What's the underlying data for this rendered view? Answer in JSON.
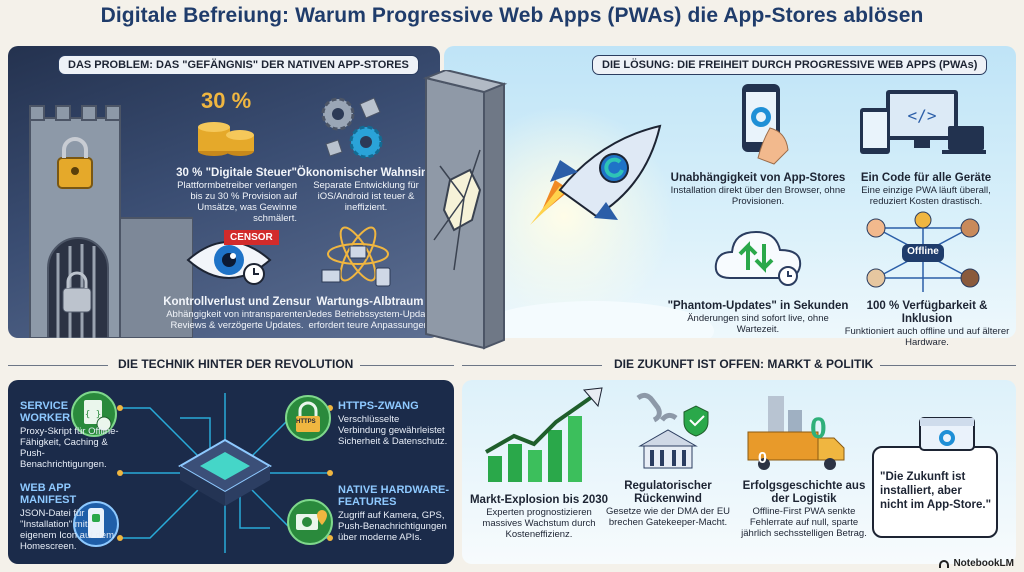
{
  "title": "Digitale Befreiung: Warum Progressive Web Apps (PWAs) die App-Stores ablösen",
  "problem": {
    "heading": "DAS PROBLEM: DAS \"GEFÄNGNIS\" DER NATIVEN APP-STORES",
    "percent": "30 %",
    "censor": "CENSOR",
    "items": [
      {
        "title": "30 % \"Digitale Steuer\"",
        "desc": "Plattformbetreiber verlangen bis zu 30 % Provision auf Umsätze, was Gewinne schmälert."
      },
      {
        "title": "Ökonomischer Wahnsinn",
        "desc": "Separate Entwicklung für iOS/Android ist teuer & ineffizient."
      },
      {
        "title": "Kontrollverlust und Zensur",
        "desc": "Abhängigkeit von intransparenten Reviews & verzögerte Updates."
      },
      {
        "title": "Wartungs-Albtraum",
        "desc": "Jedes Betriebssystem-Update erfordert teure Anpassungen."
      }
    ]
  },
  "solution": {
    "heading": "DIE LÖSUNG: DIE FREIHEIT DURCH PROGRESSIVE WEB APPS (PWAs)",
    "offline": "Offline",
    "items": [
      {
        "title": "Unabhängigkeit von App-Stores",
        "desc": "Installation direkt über den Browser, ohne Provisionen."
      },
      {
        "title": "Ein Code für alle Geräte",
        "desc": "Eine einzige PWA läuft überall, reduziert Kosten drastisch."
      },
      {
        "title": "\"Phantom-Updates\" in Sekunden",
        "desc": "Änderungen sind sofort live, ohne Wartezeit."
      },
      {
        "title": "100 % Verfügbarkeit & Inklusion",
        "desc": "Funktioniert auch offline und auf älterer Hardware."
      }
    ]
  },
  "tech": {
    "heading": "DIE TECHNIK HINTER DER REVOLUTION",
    "https_badge": "HTTPS",
    "items": [
      {
        "title": "SERVICE WORKER",
        "desc": "Proxy-Skript für Offline-Fähigkeit, Caching & Push-Benachrichtigungen."
      },
      {
        "title": "HTTPS-ZWANG",
        "desc": "Verschlüsselte Verbindung gewährleistet Sicherheit & Datenschutz."
      },
      {
        "title": "WEB APP MANIFEST",
        "desc": "JSON-Datei für \"Installation\" mit eigenem Icon auf dem Homescreen."
      },
      {
        "title": "NATIVE HARDWARE-FEATURES",
        "desc": "Zugriff auf Kamera, GPS, Push-Benachrichtigungen über moderne APIs."
      }
    ]
  },
  "future": {
    "heading": "DIE ZUKUNFT IST OFFEN: MARKT & POLITIK",
    "truck_label": "0",
    "items": [
      {
        "title": "Markt-Explosion bis 2030",
        "desc": "Experten prognostizieren massives Wachstum durch Kosteneffizienz."
      },
      {
        "title": "Regulatorischer Rückenwind",
        "desc": "Gesetze wie der DMA der EU brechen Gatekeeper-Macht."
      },
      {
        "title": "Erfolgsgeschichte aus der Logistik",
        "desc": "Offline-First PWA senkte Fehlerrate auf null, sparte jährlich sechsstelligen Betrag."
      }
    ],
    "quote": "\"Die Zukunft ist installiert, aber nicht im App-Store.\""
  },
  "footer": {
    "brand": "NotebookLM"
  },
  "colors": {
    "navy": "#1f3c6b",
    "panel_dark": "#24324f",
    "sky": "#bfe4f7",
    "gold": "#e5a92a",
    "accent_blue": "#8ec9ff"
  }
}
